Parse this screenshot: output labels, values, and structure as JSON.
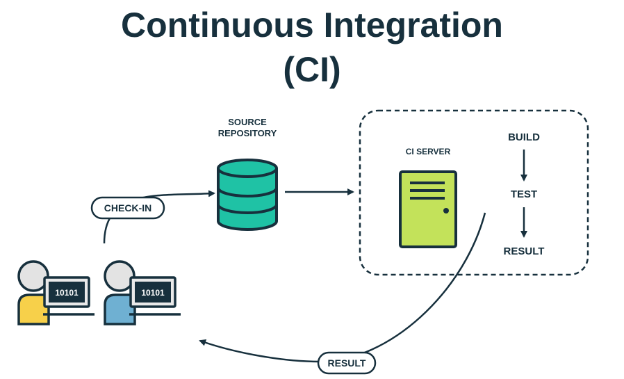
{
  "title": {
    "line1": "Continuous Integration",
    "line2": "(CI)"
  },
  "source_repository": {
    "line1": "SOURCE",
    "line2": "REPOSITORY"
  },
  "check_in_label": "CHECK-IN",
  "ci_server_label": "CI SERVER",
  "pipeline": {
    "build": "BUILD",
    "test": "TEST",
    "result": "RESULT"
  },
  "result_feedback_label": "RESULT",
  "developers": [
    {
      "code": "10101",
      "shirt_color": "#f7d04a"
    },
    {
      "code": "10101",
      "shirt_color": "#6fb0d2"
    }
  ],
  "colors": {
    "ink": "#17303d",
    "database": "#1fc2a5",
    "server": "#c3e25a",
    "head": "#e3e3e3",
    "laptop": "#e9e9e9"
  }
}
